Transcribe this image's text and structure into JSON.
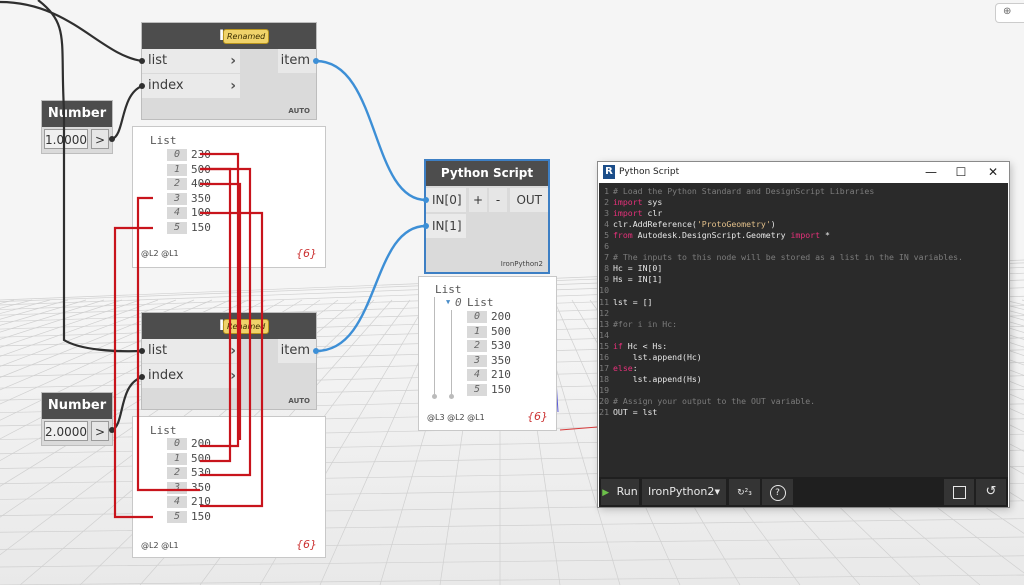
{
  "nodes": {
    "hc": {
      "title": "Hc",
      "badge": "Renamed",
      "inputs": [
        "list",
        "index"
      ],
      "output": "item",
      "lacing": "AUTO"
    },
    "hs": {
      "title": "Hs",
      "badge": "Renamed",
      "inputs": [
        "list",
        "index"
      ],
      "output": "item",
      "lacing": "AUTO"
    },
    "number1": {
      "title": "Number",
      "value": "1.0000",
      "button": ">"
    },
    "number2": {
      "title": "Number",
      "value": "2.0000",
      "button": ">"
    },
    "python": {
      "title": "Python Script",
      "inputs": [
        "IN[0]",
        "IN[1]"
      ],
      "add_button": "+",
      "remove_button": "-",
      "output": "OUT",
      "engine": "IronPython2"
    }
  },
  "previews": {
    "hc": {
      "header": "List",
      "rows": [
        {
          "idx": "0",
          "val": "230"
        },
        {
          "idx": "1",
          "val": "500"
        },
        {
          "idx": "2",
          "val": "400"
        },
        {
          "idx": "3",
          "val": "350"
        },
        {
          "idx": "4",
          "val": "100"
        },
        {
          "idx": "5",
          "val": "150"
        }
      ],
      "levels": "@L2 @L1",
      "count": "{6}"
    },
    "hs": {
      "header": "List",
      "rows": [
        {
          "idx": "0",
          "val": "200"
        },
        {
          "idx": "1",
          "val": "500"
        },
        {
          "idx": "2",
          "val": "530"
        },
        {
          "idx": "3",
          "val": "350"
        },
        {
          "idx": "4",
          "val": "210"
        },
        {
          "idx": "5",
          "val": "150"
        }
      ],
      "levels": "@L2 @L1",
      "count": "{6}"
    },
    "python": {
      "header": "List",
      "sub_index": "0",
      "sub_header": "List",
      "rows": [
        {
          "idx": "0",
          "val": "200"
        },
        {
          "idx": "1",
          "val": "500"
        },
        {
          "idx": "2",
          "val": "530"
        },
        {
          "idx": "3",
          "val": "350"
        },
        {
          "idx": "4",
          "val": "210"
        },
        {
          "idx": "5",
          "val": "150"
        }
      ],
      "levels": "@L3 @L2 @L1",
      "count": "{6}"
    }
  },
  "python_window": {
    "title": "Python Script",
    "app_icon": "R",
    "minimize": "—",
    "maximize": "☐",
    "close": "✕",
    "code": [
      {
        "n": "1",
        "parts": [
          {
            "t": "# Load the Python Standard and DesignScript Libraries",
            "c": "cm"
          }
        ]
      },
      {
        "n": "2",
        "parts": [
          {
            "t": "import",
            "c": "kw"
          },
          {
            "t": " sys",
            "c": ""
          }
        ]
      },
      {
        "n": "3",
        "parts": [
          {
            "t": "import",
            "c": "kw"
          },
          {
            "t": " clr",
            "c": ""
          }
        ]
      },
      {
        "n": "4",
        "parts": [
          {
            "t": "clr.AddReference(",
            "c": ""
          },
          {
            "t": "'ProtoGeometry'",
            "c": "st"
          },
          {
            "t": ")",
            "c": ""
          }
        ]
      },
      {
        "n": "5",
        "parts": [
          {
            "t": "from",
            "c": "kw"
          },
          {
            "t": " Autodesk.DesignScript.Geometry ",
            "c": ""
          },
          {
            "t": "import",
            "c": "kw"
          },
          {
            "t": " *",
            "c": ""
          }
        ]
      },
      {
        "n": "6",
        "parts": []
      },
      {
        "n": "7",
        "parts": [
          {
            "t": "# The inputs to this node will be stored as a list in the IN variables.",
            "c": "cm"
          }
        ]
      },
      {
        "n": "8",
        "parts": [
          {
            "t": "Hc = IN[0]",
            "c": ""
          }
        ]
      },
      {
        "n": "9",
        "parts": [
          {
            "t": "Hs = IN[1]",
            "c": ""
          }
        ]
      },
      {
        "n": "10",
        "parts": []
      },
      {
        "n": "11",
        "parts": [
          {
            "t": "lst = []",
            "c": ""
          }
        ]
      },
      {
        "n": "12",
        "parts": []
      },
      {
        "n": "13",
        "parts": [
          {
            "t": "#for i in Hc:",
            "c": "cm"
          }
        ]
      },
      {
        "n": "14",
        "parts": []
      },
      {
        "n": "15",
        "parts": [
          {
            "t": "if",
            "c": "kw"
          },
          {
            "t": " Hc < Hs:",
            "c": ""
          }
        ]
      },
      {
        "n": "16",
        "parts": [
          {
            "t": "    lst.append(Hc)",
            "c": ""
          }
        ]
      },
      {
        "n": "17",
        "parts": [
          {
            "t": "else",
            "c": "kw"
          },
          {
            "t": ":",
            "c": ""
          }
        ]
      },
      {
        "n": "18",
        "parts": [
          {
            "t": "    lst.append(Hs)",
            "c": ""
          }
        ]
      },
      {
        "n": "19",
        "parts": []
      },
      {
        "n": "20",
        "parts": [
          {
            "t": "# Assign your output to the OUT variable.",
            "c": "cm"
          }
        ]
      },
      {
        "n": "21",
        "parts": [
          {
            "t": "OUT = lst",
            "c": ""
          }
        ]
      }
    ],
    "run_label": "Run",
    "engine_select": "IronPython2",
    "icons": [
      "play-icon",
      "dropdown-chevron-icon",
      "rerun-icon",
      "help-icon",
      "save-icon",
      "revert-icon"
    ]
  },
  "colors": {
    "wire_blue": "#3d8fd6",
    "annotation_red": "#c8141c",
    "node_header": "#4d4d4d",
    "editor_bg": "#2a2a2a",
    "keyword": "#e6317a"
  }
}
